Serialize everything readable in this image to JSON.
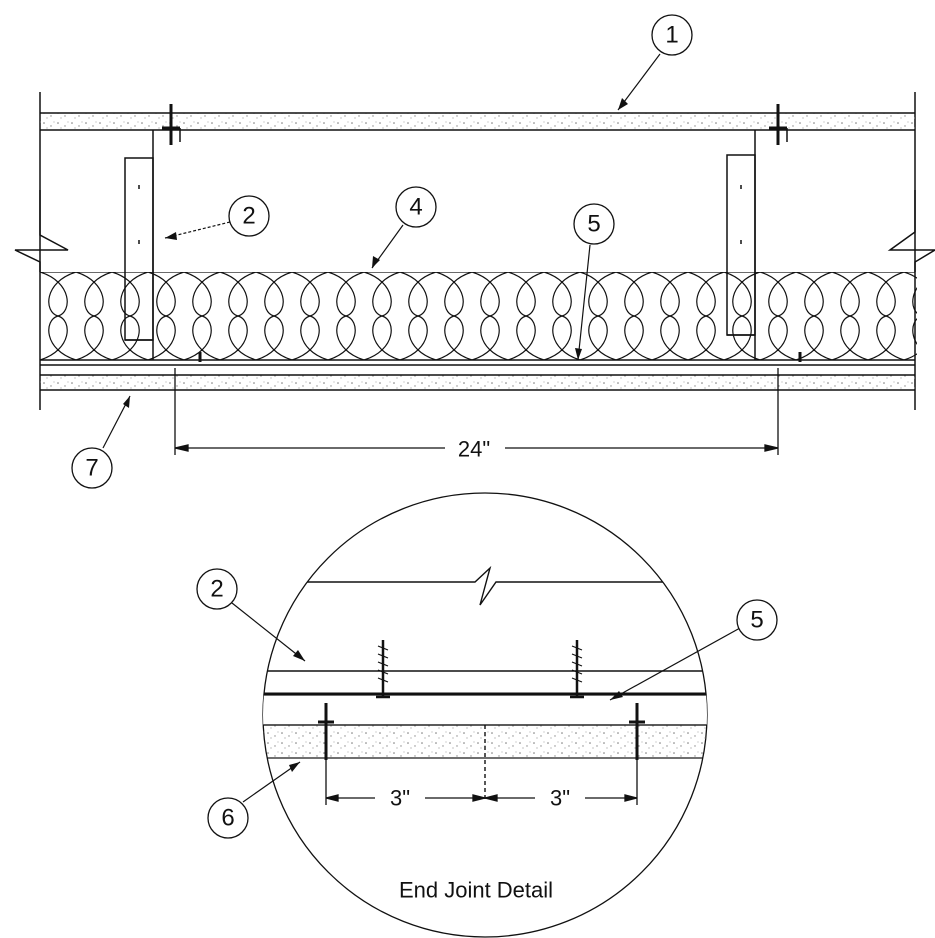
{
  "callouts": {
    "c1": "1",
    "c2_top": "2",
    "c4": "4",
    "c5_top": "5",
    "c7": "7",
    "c2_detail": "2",
    "c5_detail": "5",
    "c6": "6"
  },
  "dimensions": {
    "spacing": "24\"",
    "left_offset": "3\"",
    "right_offset": "3\""
  },
  "detail_caption": "End Joint Detail"
}
